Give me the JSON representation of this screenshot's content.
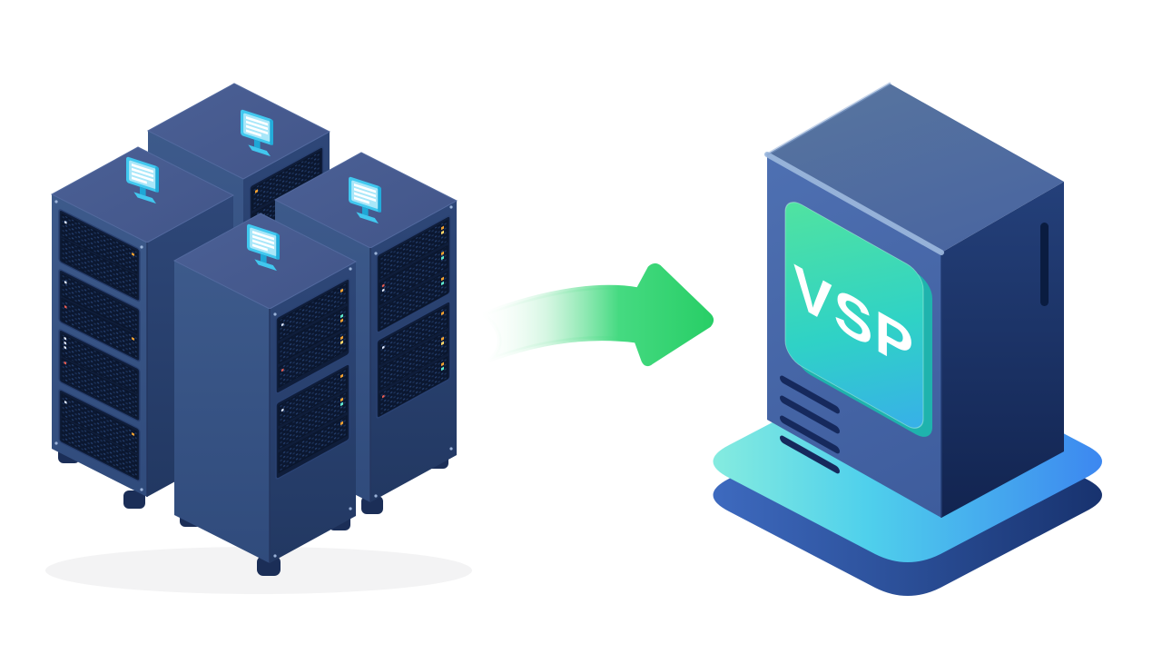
{
  "illustration": {
    "type": "isometric-illustration",
    "theme": "multiple server racks consolidating into a single VSP server",
    "background_color": "#ffffff"
  },
  "rack_cluster": {
    "rack_count": 4,
    "racks": [
      {
        "id": "back",
        "top_icon": "monitor-icon"
      },
      {
        "id": "left",
        "top_icon": "monitor-icon"
      },
      {
        "id": "right",
        "top_icon": "monitor-icon"
      },
      {
        "id": "front",
        "top_icon": "monitor-icon"
      }
    ],
    "colors": {
      "face_left": "#3b5787",
      "face_right": "#2a416f",
      "face_top": "#46598e",
      "unit_navy": "#0b1730",
      "monitor_cyan": "#41c8ef",
      "led_amber": "#f0a030",
      "led_red": "#e85c50",
      "led_white": "#dfe9ff",
      "led_teal": "#5fe8cc"
    }
  },
  "arrow": {
    "icon": "arrow-right-icon",
    "direction": "right",
    "gradient_start": "#ffffff",
    "gradient_end": "#28ce66"
  },
  "vsp_server": {
    "label": "VSP",
    "panel_gradient": [
      "#4fe2a2",
      "#2fd2c6",
      "#38aeea"
    ],
    "tower_front": "#4a6cae",
    "tower_side": "#14295a",
    "tower_top": "#50699f",
    "platform_gradient": [
      "#8aeede",
      "#4fd0ec",
      "#3b82f0"
    ],
    "platform_base": "#1e3c80"
  }
}
